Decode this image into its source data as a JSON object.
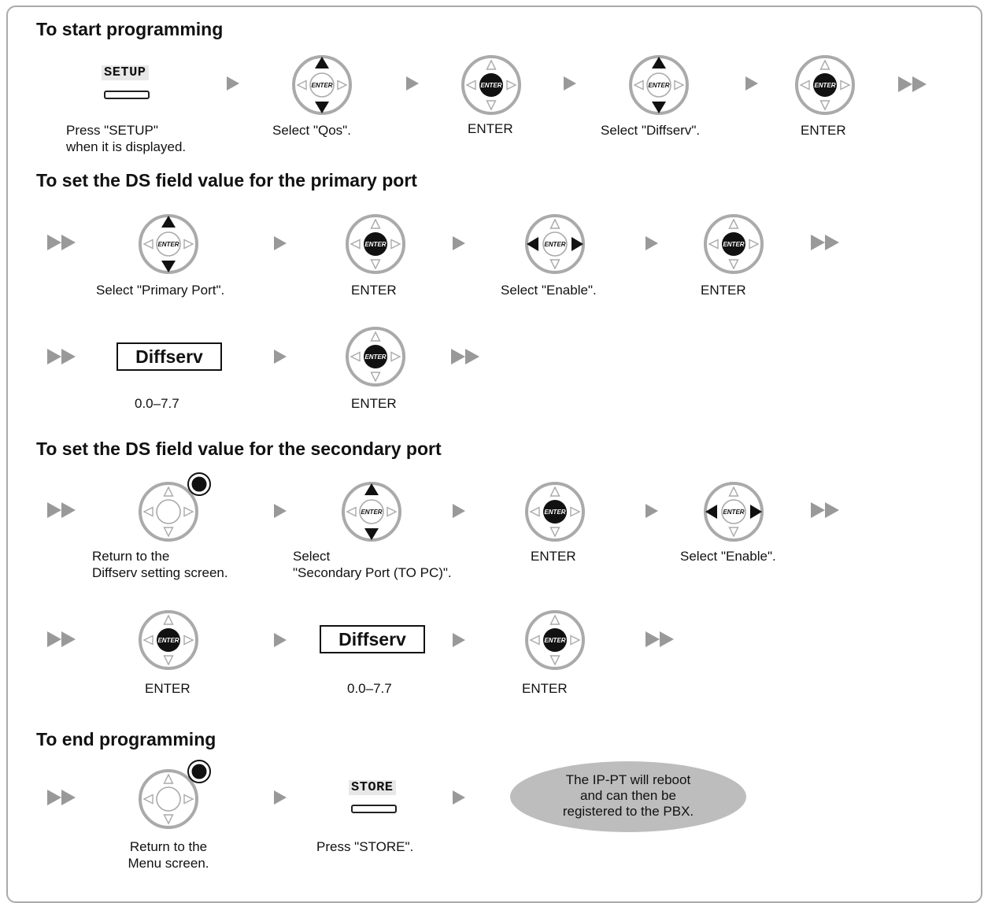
{
  "colors": {
    "frame_border": "#aaaaaa",
    "arrow": "#999999",
    "bubble": "#bdbdbd",
    "key_highlight": "#e8e8e8"
  },
  "sections": {
    "start": {
      "title": "To start programming",
      "setup_key": "SETUP",
      "caption_setup": [
        "Press \"SETUP\"",
        "when it is displayed."
      ],
      "caption_qos": "Select \"Qos\".",
      "caption_enter1": "ENTER",
      "caption_diffserv": "Select \"Diffserv\".",
      "caption_enter2": "ENTER"
    },
    "primary": {
      "title": "To set the DS field value for the primary port",
      "caption_primary": "Select \"Primary Port\".",
      "caption_enter1": "ENTER",
      "caption_enable": "Select \"Enable\".",
      "caption_enter2": "ENTER",
      "diffserv_box": "Diffserv",
      "range": "0.0–7.7",
      "caption_enter3": "ENTER"
    },
    "secondary": {
      "title": "To set the DS field value for the secondary port",
      "caption_return": [
        "Return to the",
        "Diffserv setting screen."
      ],
      "caption_select": [
        "Select",
        "\"Secondary Port (TO PC)\"."
      ],
      "caption_enter1": "ENTER",
      "caption_enable": "Select \"Enable\".",
      "caption_enter2": "ENTER",
      "diffserv_box": "Diffserv",
      "range": "0.0–7.7",
      "caption_enter3": "ENTER"
    },
    "end": {
      "title": "To end programming",
      "caption_return": [
        "Return to the",
        "Menu screen."
      ],
      "store_key": "STORE",
      "caption_store": "Press \"STORE\".",
      "bubble_text": [
        "The IP-PT will reboot",
        "and can then be",
        "registered to the PBX."
      ]
    }
  },
  "icons": {
    "navigator_label": "ENTER",
    "navigator_up_down": "navigator-up-down-icon",
    "navigator_enter": "navigator-enter-icon",
    "navigator_left_right": "navigator-left-right-icon",
    "navigator_cancel": "navigator-cancel-icon",
    "next_step": "arrow-right-icon",
    "continue": "double-arrow-right-icon"
  }
}
